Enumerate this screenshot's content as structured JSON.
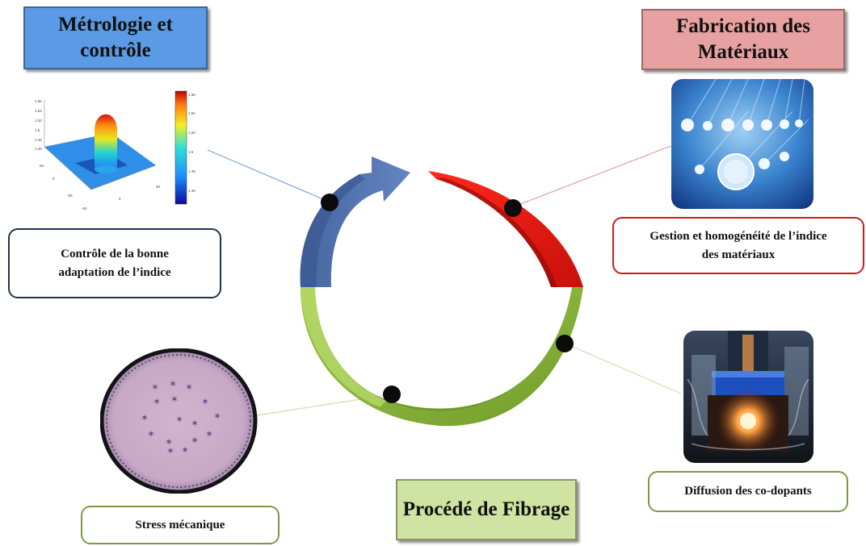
{
  "headers": {
    "metrologie": "Métrologie et contrôle",
    "fabrication": "Fabrication des Matériaux",
    "fibrage": "Procédé de Fibrage"
  },
  "labels": {
    "controle": "Contrôle de la bonne adaptation de l’indice",
    "gestion": "Gestion et homogénéité de l’indice des matériaux",
    "diffusion": "Diffusion des co-dopants",
    "stress": "Stress mécanique"
  },
  "colors": {
    "blue_header": "#5b9be6",
    "red_header": "#e8a1a1",
    "green_header": "#cfe3a3",
    "cycle_blue": "#4f6fa8",
    "cycle_red": "#e3140f",
    "cycle_green": "#8dba3c",
    "node_black": "#0b0b0b"
  },
  "plot_ticks": {
    "z_axis": [
      "1.56",
      "1.54",
      "1.52",
      "1.5",
      "1.48",
      "1.46"
    ],
    "colorbar": [
      "1.56",
      "1.54",
      "1.52",
      "1.5",
      "1.48",
      "1.46"
    ],
    "y_axis": [
      "50",
      "0",
      "-50"
    ],
    "x_axis": [
      "-50",
      "0",
      "50"
    ]
  },
  "icons": {
    "cycle": "process-cycle-icon",
    "photo1": "glass-rods-photo",
    "photo2": "fiber-drawing-furnace-photo",
    "photo3": "microstructured-fiber-cross-section",
    "plot": "refractive-index-profile-3d-plot"
  }
}
